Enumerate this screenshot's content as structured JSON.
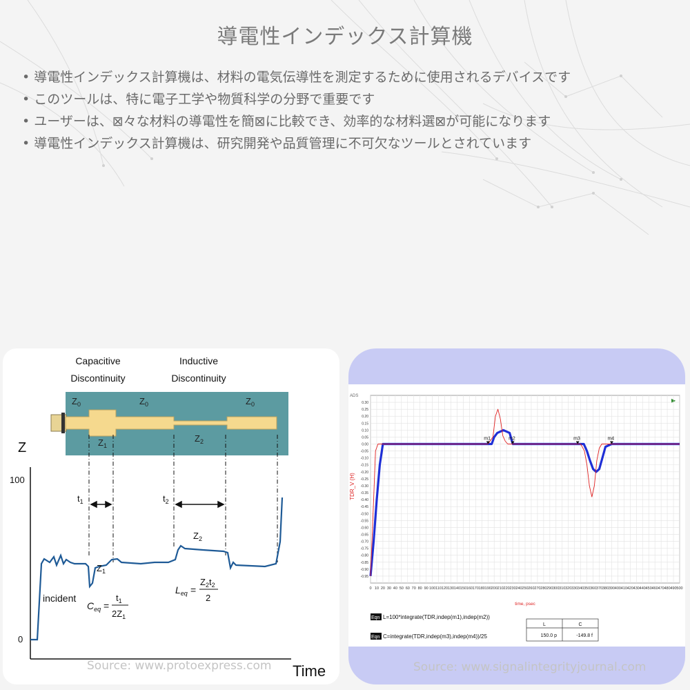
{
  "page": {
    "title": "導電性インデックス計算機",
    "bullets": [
      "導電性インデックス計算機は、材料の電気伝導性を測定するために使用されるデバイスです",
      "このツールは、特に電子工学や物質科学の分野で重要です",
      "ユーザーは、⊠々な材料の導電性を簡⊠に比較でき、効率的な材料選⊠が可能になります",
      "導電性インデックス計算機は、研究開発や品質管理に不可欠なツールとされています"
    ]
  },
  "left_figure": {
    "label_capacitive_1": "Capacitive",
    "label_capacitive_2": "Discontinuity",
    "label_inductive_1": "Inductive",
    "label_inductive_2": "Discontinuity",
    "z0_1": "Z",
    "z0_sub": "0",
    "z1": "Z",
    "z1_sub": "1",
    "z2": "Z",
    "z2_sub": "2",
    "axis_z": "Z",
    "tick_100": "100",
    "tick_0": "0",
    "axis_time": "Time",
    "t1": "t",
    "t1_sub": "1",
    "t2": "t",
    "t2_sub": "2",
    "incident": "incident",
    "ceq": "C",
    "ceq_sub": "eq",
    "leq": "L",
    "leq_sub": "eq",
    "frac_c_num": "t",
    "frac_c_num_sub": "1",
    "frac_c_den": "2Z",
    "frac_c_den_sub": "1",
    "frac_l_num": "Z",
    "frac_l_num_sub": "2",
    "frac_l_num2": "t",
    "frac_l_num2_sub": "2",
    "frac_l_den": "2",
    "equals": "=",
    "source": "Source: www.protoexpress.com"
  },
  "right_figure": {
    "corner_label": "ADS",
    "ylabel": "TDR_V (H)",
    "xlabel": "time, psec",
    "markers": [
      "m1",
      "m2",
      "m3",
      "m4"
    ],
    "eqn_tag": "Eqn",
    "eqn1": "L=100*integrate(TDR,indep(m1),indep(m2))",
    "eqn2": "C=integrate(TDR,indep(m3),indep(m4))/25",
    "table_headers": [
      "L",
      "C"
    ],
    "table_values": [
      "150.0 p",
      "-149.8 f"
    ],
    "source": "Source: www.signalintegrityjournal.com",
    "colors": {
      "thick_trace": "#1f2fd6",
      "thin_trace": "#e02020",
      "panel_bg": "#c8cbf4"
    }
  },
  "chart_data": {
    "type": "line",
    "xlabel": "time, psec",
    "ylabel": "TDR_V (H)",
    "xlim": [
      0,
      500
    ],
    "ylim": [
      -1.0,
      0.35
    ],
    "x_ticks": [
      0,
      10,
      20,
      30,
      40,
      50,
      60,
      70,
      80,
      90,
      100,
      110,
      120,
      130,
      140,
      150,
      160,
      170,
      180,
      190,
      200,
      210,
      220,
      230,
      240,
      250,
      260,
      270,
      280,
      290,
      300,
      310,
      320,
      330,
      340,
      350,
      360,
      370,
      380,
      390,
      400,
      410,
      420,
      430,
      440,
      450,
      460,
      470,
      480,
      490,
      500
    ],
    "y_ticks": [
      "0.30",
      "0.25",
      "0.20",
      "0.15",
      "0.10",
      "0.05",
      "0.00",
      "-0.05",
      "-0.10",
      "-0.15",
      "-0.20",
      "-0.25",
      "-0.30",
      "-0.35",
      "-0.40",
      "-0.45",
      "-0.50",
      "-0.55",
      "-0.60",
      "-0.65",
      "-0.70",
      "-0.75",
      "-0.80",
      "-0.85",
      "-0.90",
      "-0.95"
    ],
    "grid": true,
    "series": [
      {
        "x": [
          0,
          5,
          10,
          15,
          20,
          190,
          196,
          200,
          205,
          210,
          215,
          220,
          225,
          230,
          340,
          345,
          350,
          355,
          360,
          365,
          370,
          375,
          380,
          390,
          500
        ],
        "y": [
          -0.95,
          -0.7,
          -0.4,
          -0.15,
          0.0,
          0.0,
          0.0,
          0.05,
          0.08,
          0.09,
          0.1,
          0.09,
          0.08,
          0.0,
          0.0,
          0.0,
          -0.05,
          -0.12,
          -0.18,
          -0.2,
          -0.18,
          -0.1,
          -0.02,
          0.0,
          0.0
        ]
      },
      {
        "x": [
          0,
          5,
          8,
          12,
          190,
          198,
          202,
          206,
          210,
          214,
          218,
          222,
          230,
          340,
          346,
          350,
          354,
          358,
          362,
          366,
          370,
          374,
          380,
          390,
          500
        ],
        "y": [
          -0.95,
          -0.4,
          -0.05,
          0.0,
          0.0,
          0.05,
          0.2,
          0.25,
          0.18,
          0.06,
          0.02,
          0.0,
          0.0,
          0.0,
          -0.05,
          -0.15,
          -0.3,
          -0.38,
          -0.3,
          -0.12,
          -0.03,
          0.0,
          0.0,
          0.0,
          0.0
        ]
      }
    ]
  }
}
